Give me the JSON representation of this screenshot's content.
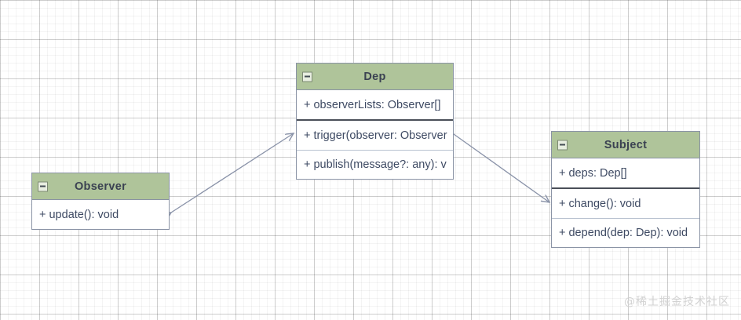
{
  "diagram": {
    "watermark": "@稀土掘金技术社区",
    "colors": {
      "header_fill": "#afc49a",
      "box_border": "#8a93a5",
      "text": "#3e4a63",
      "connector": "#8992a8",
      "grid_minor": "#f2f2f2",
      "grid_major": "#d9d9d9"
    },
    "classes": [
      {
        "name": "Dep",
        "collapse_icon": "minus-box-icon",
        "attributes": [
          "+ observerLists: Observer[]"
        ],
        "methods": [
          "+ trigger(observer: Observer",
          "+ publish(message?: any): v"
        ]
      },
      {
        "name": "Observer",
        "collapse_icon": "minus-box-icon",
        "attributes": [],
        "methods": [
          "+ update(): void"
        ]
      },
      {
        "name": "Subject",
        "collapse_icon": "minus-box-icon",
        "attributes": [
          "+ deps: Dep[]"
        ],
        "methods": [
          "+ change(): void",
          "+ depend(dep: Dep): void"
        ]
      }
    ],
    "connections": [
      {
        "from": "Observer",
        "to": "Dep",
        "style": "bidirectional-open-arrow"
      },
      {
        "from": "Dep",
        "to": "Subject",
        "style": "bidirectional-open-arrow"
      }
    ]
  }
}
